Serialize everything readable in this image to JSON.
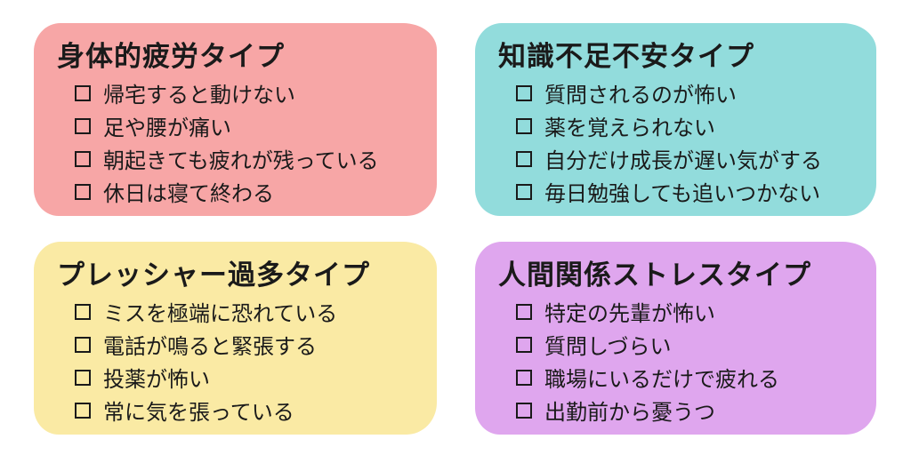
{
  "cards": [
    {
      "title": "身体的疲労タイプ",
      "color": "#f7a6a6",
      "items": [
        "帰宅すると動けない",
        "足や腰が痛い",
        "朝起きても疲れが残っている",
        "休日は寝て終わる"
      ]
    },
    {
      "title": "知識不足不安タイプ",
      "color": "#92dcdc",
      "items": [
        "質問されるのが怖い",
        "薬を覚えられない",
        "自分だけ成長が遅い気がする",
        "毎日勉強しても追いつかない"
      ]
    },
    {
      "title": "プレッシャー過多タイプ",
      "color": "#faeaa4",
      "items": [
        "ミスを極端に恐れている",
        "電話が鳴ると緊張する",
        "投薬が怖い",
        "常に気を張っている"
      ]
    },
    {
      "title": "人間関係ストレスタイプ",
      "color": "#dfa6ee",
      "items": [
        "特定の先輩が怖い",
        "質問しづらい",
        "職場にいるだけで疲れる",
        "出勤前から憂うつ"
      ]
    }
  ]
}
